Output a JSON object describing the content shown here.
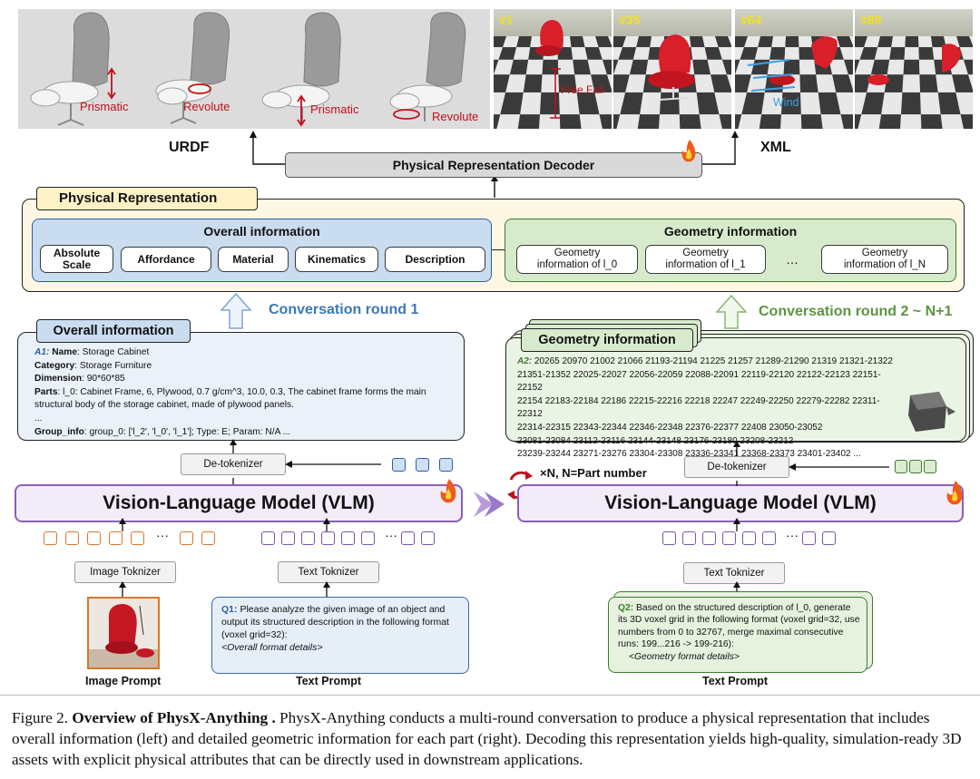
{
  "top_panels": {
    "urdf_labels": [
      "Prismatic",
      "Revolute",
      "Prismatic",
      "Revolute"
    ],
    "sim_tags": [
      "#1",
      "#35",
      "#64",
      "#89"
    ],
    "free_fall": "Free Fall",
    "wind": "Wind",
    "urdf": "URDF",
    "xml": "XML"
  },
  "decoder": "Physical Representation Decoder",
  "physical_representation": {
    "title": "Physical Representation",
    "overall_title": "Overall information",
    "overall_items": [
      "Absolute\nScale",
      "Affordance",
      "Material",
      "Kinematics",
      "Description"
    ],
    "geometry_title": "Geometry information",
    "geometry_items": [
      "Geometry\ninformation of l_0",
      "Geometry\ninformation of l_1",
      "…",
      "Geometry\ninformation of l_N"
    ]
  },
  "rounds": {
    "round1": "Conversation round 1",
    "round2": "Conversation round 2 ~ N+1"
  },
  "left": {
    "card_title": "Overall information",
    "a1": {
      "tag": "A1:",
      "name_key": "Name",
      "name_val": ": Storage Cabinet",
      "category_key": "Category",
      "category_val": ": Storage Furniture",
      "dimension_key": "Dimension",
      "dimension_val": ": 90*60*85",
      "parts_key": "Parts",
      "parts_val": ": l_0: Cabinet Frame, 6, Plywood, 0.7 g/cm^3, 10.0, 0.3, The cabinet frame forms the main structural body of the storage cabinet, made of plywood panels.",
      "ellipsis": "...",
      "group_key": "Group_info",
      "group_val": ": group_0: ['l_2', 'l_0', 'l_1']; Type: E; Param: N/A ..."
    },
    "detokenizer": "De-tokenizer",
    "vlm": "Vision-Language Model (VLM)",
    "image_tokenizer": "Image Toknizer",
    "text_tokenizer": "Text Toknizer",
    "q1_tag": "Q1:",
    "q1_text": "Please analyze the given image of an object and output its structured description in the following format (voxel grid=32):",
    "q1_italic": "<Overall format details>",
    "image_prompt": "Image Prompt",
    "text_prompt": "Text Prompt",
    "dots": "···"
  },
  "right": {
    "card_title": "Geometry information",
    "a2_tag": "A2:",
    "a2_lines": [
      "20265 20970 21002 21066 21193-21194 21225 21257 21289-21290 21319 21321-21322",
      "21351-21352 22025-22027 22056-22059 22088-22091 22119-22120 22122-22123 22151-22152",
      "22154 22183-22184 22186 22215-22216 22218 22247 22249-22250 22279-22282 22311-22312",
      "22314-22315 22343-22344 22346-22348 22376-22377 22408 23050-23052",
      "23081-23084 23112-23116 23144-23148 23176-23180 23208-23212",
      "23239-23244 23271-23276 23304-23308 23336-23341 23368-23373 23401-23402 ..."
    ],
    "repeat": "×N, N=Part number",
    "detokenizer": "De-tokenizer",
    "vlm": "Vision-Language Model (VLM)",
    "text_tokenizer": "Text Toknizer",
    "q2_tag": "Q2:",
    "q2_text": "Based on the structured description of l_0, generate its 3D voxel grid in the following format (voxel grid=32, use numbers from 0 to 32767, merge maximal consecutive runs: 199...216 -> 199-216):",
    "q2_italic": "<Geometry format details>",
    "text_prompt": "Text Prompt"
  },
  "caption": {
    "prefix": "Figure 2.",
    "bold": "Overview of PhysX-Anything .",
    "text": "PhysX-Anything conducts a multi-round conversation to produce a physical representation that includes overall information (left) and detailed geometric information for each part (right). Decoding this representation yields high-quality, simulation-ready 3D assets with explicit physical attributes that can be directly used in downstream applications."
  },
  "colors": {
    "blue_fill": "#c9dcf0",
    "green_fill": "#d7ebcc",
    "cream": "#fdf7e4",
    "purple": "#8a5fb5",
    "red": "#c0101a"
  }
}
